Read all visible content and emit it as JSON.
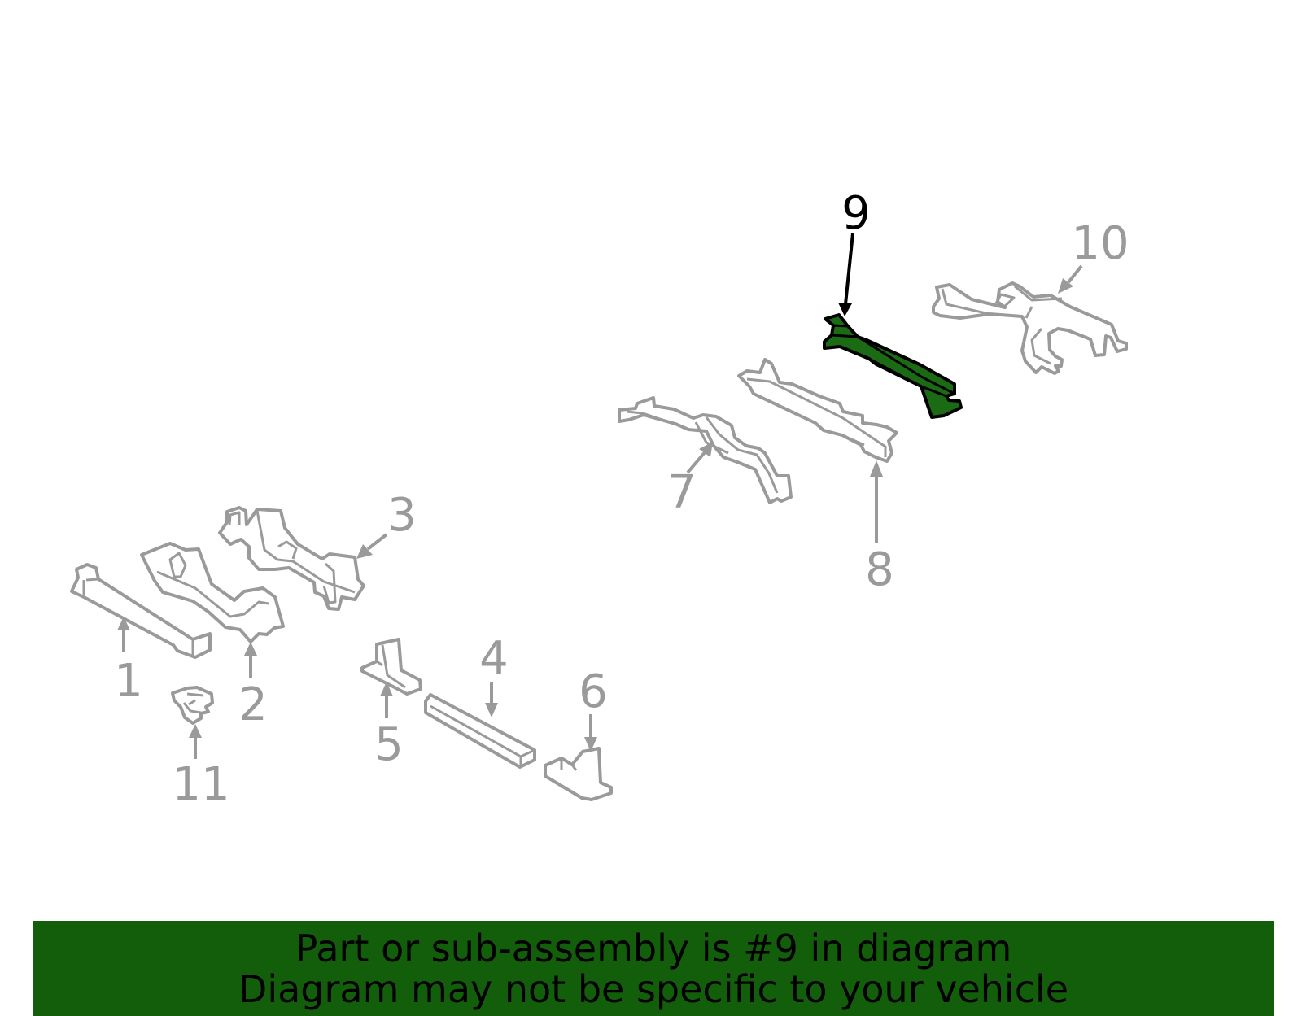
{
  "callouts": [
    {
      "number": "1",
      "active": false
    },
    {
      "number": "2",
      "active": false
    },
    {
      "number": "3",
      "active": false
    },
    {
      "number": "4",
      "active": false
    },
    {
      "number": "5",
      "active": false
    },
    {
      "number": "6",
      "active": false
    },
    {
      "number": "7",
      "active": false
    },
    {
      "number": "8",
      "active": false
    },
    {
      "number": "9",
      "active": true
    },
    {
      "number": "10",
      "active": false
    },
    {
      "number": "11",
      "active": false
    }
  ],
  "banner": {
    "line1": "Part or sub-assembly is #9 in diagram",
    "line2": "Diagram may not be specific to your vehicle",
    "background": "#125e0a"
  },
  "colors": {
    "highlight_part": "#1b6b14",
    "inactive_part": "#9a9a9a"
  }
}
